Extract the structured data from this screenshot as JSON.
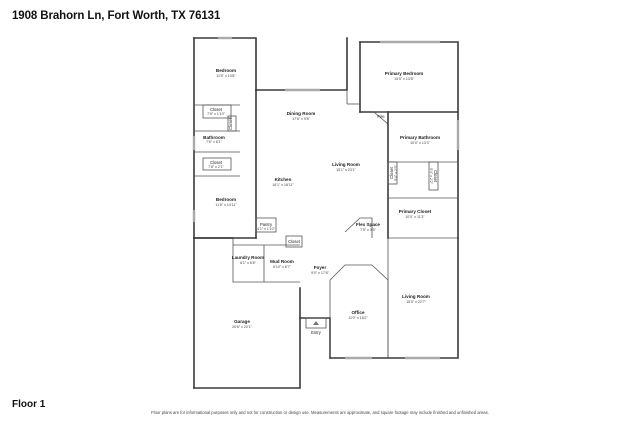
{
  "header": {
    "address": "1908 Brahorn Ln, Fort Worth, TX 76131"
  },
  "footer": {
    "floor": "Floor 1",
    "disclaimer": "Floor plans are for informational purposes only and not for construction or design use. Measurements are approximate, and square footage may include finished and unfinished areas."
  },
  "rooms": {
    "bedroom_top": {
      "name": "Bedroom",
      "dim": "11'5\" x 10'8\""
    },
    "closet_1": {
      "name": "Closet",
      "dim": "7'8\" x 1'10\""
    },
    "closet_2_vertical": {
      "name": "Closet"
    },
    "bathroom": {
      "name": "Bathroom",
      "dim": "7'6\" x 8'1\""
    },
    "closet_3": {
      "name": "Closet",
      "dim": "7'8\" x 2'1\""
    },
    "bedroom_bottom": {
      "name": "Bedroom",
      "dim": "11'6\" x 14'11\""
    },
    "dining_room": {
      "name": "Dining Room",
      "dim": "17'6\" x 9'8\""
    },
    "kitchen": {
      "name": "Kitchen",
      "dim": "16'1\" x 18'11\""
    },
    "living_room_main": {
      "name": "Living Room",
      "dim": "15'1\" x 23'1\""
    },
    "primary_bedroom": {
      "name": "Primary Bedroom",
      "dim": "15'5\" x 13'8\""
    },
    "primary_bathroom": {
      "name": "Primary Bathroom",
      "dim": "10'0\" x 13'3\""
    },
    "primary_closet": {
      "name": "Primary Closet",
      "dim": "10'0\" x 11'3\""
    },
    "closet_4": {
      "name": "Closet",
      "dim": "5'4\" x 2'3\""
    },
    "closet_5": {
      "name": "Closet",
      "dim": "5'4\" x 2'2\""
    },
    "pantry": {
      "name": "Pantry",
      "dim": "4'1\" x 1'10\""
    },
    "closet_6": {
      "name": "Closet"
    },
    "flex_space": {
      "name": "Flex Space",
      "dim": "7'5\" x 3'5\""
    },
    "fire": {
      "name": "Fire"
    },
    "laundry_room": {
      "name": "Laundry Room",
      "dim": "6'1\" x 6'8\""
    },
    "mud_room": {
      "name": "Mud Room",
      "dim": "6'10\" x 6'7\""
    },
    "foyer": {
      "name": "Foyer",
      "dim": "9'0\" x 17'8\""
    },
    "office": {
      "name": "Office",
      "dim": "11'0\" x 18'2\""
    },
    "living_room_front": {
      "name": "Living Room",
      "dim": "15'0\" x 22'7\""
    },
    "garage": {
      "name": "Garage",
      "dim": "20'6\" x 20'1\""
    },
    "entry": {
      "name": "Entry"
    }
  }
}
